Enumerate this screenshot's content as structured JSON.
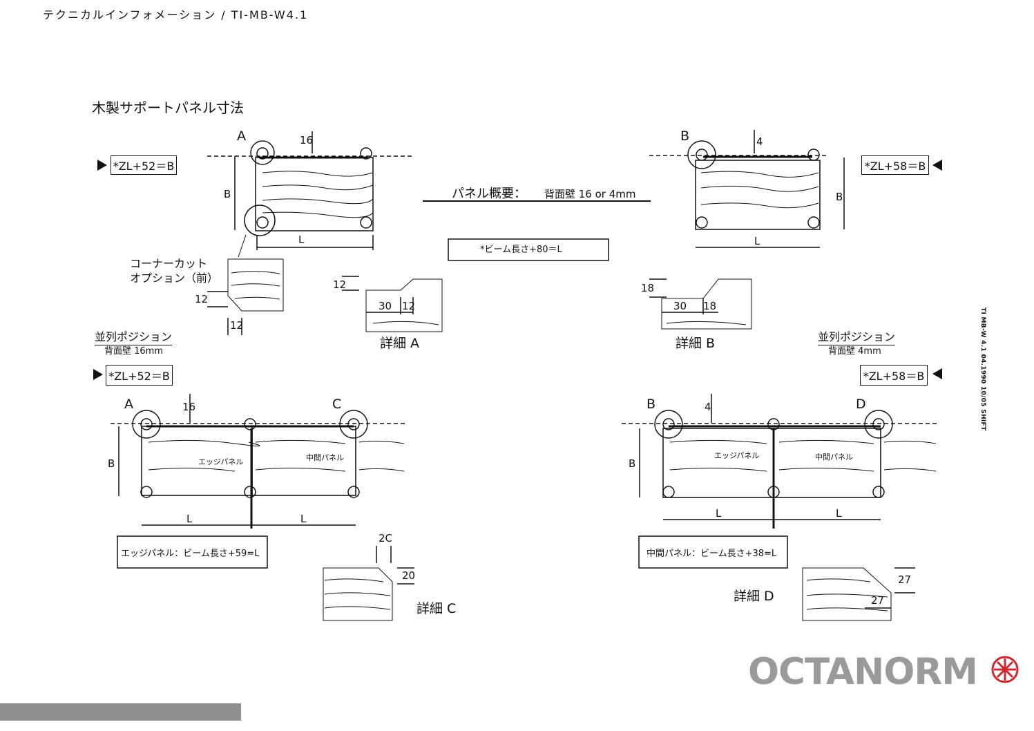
{
  "header": {
    "text": "テクニカルインフォメーション / TI-MB-W4.1"
  },
  "title": "木製サポートパネル寸法",
  "formulas": {
    "top_left": "*ZL+52＝B",
    "top_right": "*ZL+58＝B",
    "bottom_left": "*ZL+52＝B",
    "bottom_right": "*ZL+58＝B"
  },
  "overview": {
    "label": "パネル概要：",
    "text": "背面壁 16 or 4mm",
    "beam": "*ビーム長さ+80＝L"
  },
  "corner_cut": {
    "line1": "コーナーカット",
    "line2": "オプション（前）"
  },
  "parallel_left": {
    "title": "並列ポジション",
    "sub": "背面壁 16mm"
  },
  "parallel_right": {
    "title": "並列ポジション",
    "sub": "背面壁 4mm"
  },
  "details": {
    "a": "詳細 A",
    "b": "詳細 B",
    "c": "詳細 C",
    "d": "詳細 D"
  },
  "point_labels": {
    "a": "A",
    "b": "B",
    "c": "C",
    "d": "D"
  },
  "dimensions": {
    "d16": "16",
    "d4": "4",
    "B": "B",
    "L": "L",
    "d12": "12",
    "d30": "30",
    "d18": "18",
    "d20": "20",
    "d27": "27",
    "d2c": "2C"
  },
  "panels": {
    "edge": "エッジパネル",
    "middle": "中間パネル"
  },
  "notes": {
    "edge": "エッジパネル：ビーム長さ+59=L",
    "middle": "中間パネル：ビーム長さ+38=L"
  },
  "side_code": "TI MB-W 4.1 04.1990 10/05 SHIFT",
  "brand": "OCTANORM"
}
